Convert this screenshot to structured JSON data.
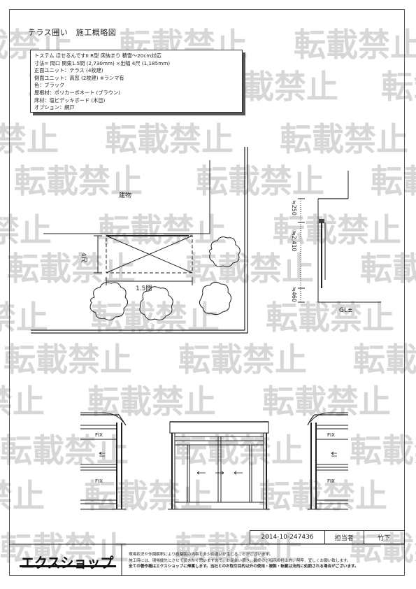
{
  "title": "テラス囲い　施工概略図",
  "spec_lines": [
    "トステム ほせるんですII R型 床納まり 積雪～20cm対応",
    "寸法= 間口 関東1.5間 (2,730mm) ×出幅 4尺 (1,185mm)",
    "正面ユニット：テラス (4枚建)",
    "側面ユニット：高窓 (2枚建) ※ランマ有",
    "色：ブラック",
    "屋根材：ポリカーボネート (ブラウン)",
    "床材：塩ビデッキボード (木目)",
    "オプション：網戸"
  ],
  "plan": {
    "building_label": "建物",
    "depth_label": "4尺",
    "width_label": "1.5間"
  },
  "section": {
    "dim_top": "≒250",
    "dim_mid": "≒2,410",
    "dim_bottom": "≒460",
    "ground_label": "GL±"
  },
  "elevation": {
    "fix_label": "FIX",
    "left_fix_top": "FIX",
    "left_fix_bottom": "FIX",
    "right_fix_top": "FIX",
    "right_fix_bottom": "FIX"
  },
  "watermark_text": "転載禁止",
  "footer": {
    "doc_number": "2014-10-247436",
    "person_label": "担当者",
    "person_name": "竹下",
    "brand": "エクスショップ",
    "notes": [
      "現場状況や作図解釈により概略図の内容と多少の違いが生じることがございます。",
      "施工時には、現場優先とさせて頂きたく思いますので、お足合い頂き、最終のご指示の仕上方、何卒、宜しくお願い致します。",
      "全ての著作権はエクスショップに帰属します。当社とのお取引目的以外の使用・複製・転載は法的に処罰される場合がございます。"
    ]
  }
}
